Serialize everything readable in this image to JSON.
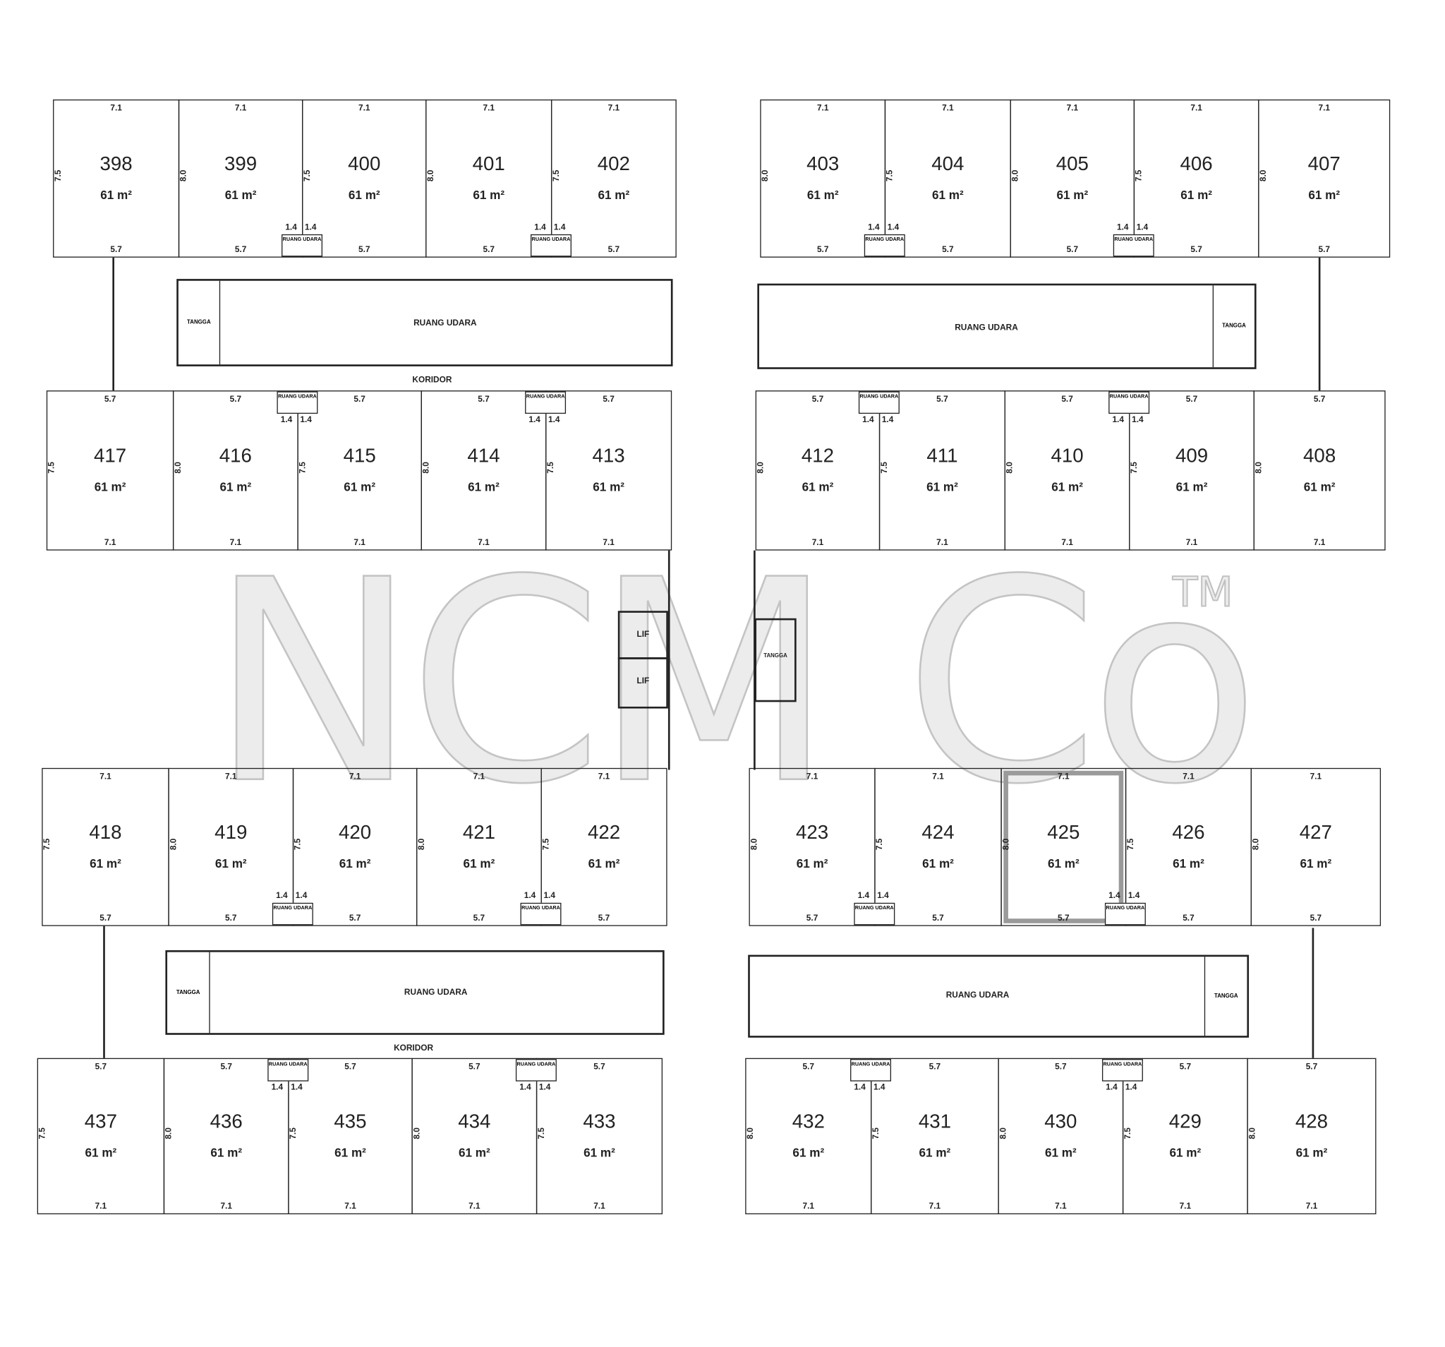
{
  "floorplan": {
    "area_label": "61 m²",
    "top_width": "7.1",
    "bottom_width": "5.7",
    "notch": "1.4",
    "air_space": "RUANG UDARA",
    "stairs": "TANGGA",
    "corridor": "KORIDOR",
    "lift": "LIF",
    "highlighted_unit": "425",
    "rows": [
      {
        "left": [
          {
            "n": "398",
            "s": "7.5"
          },
          {
            "n": "399",
            "s": "8.0"
          },
          {
            "n": "400",
            "s": "7.5"
          },
          {
            "n": "401",
            "s": "8.0"
          },
          {
            "n": "402",
            "s": "7.5"
          }
        ],
        "right": [
          {
            "n": "403",
            "s": "8.0"
          },
          {
            "n": "404",
            "s": "7.5"
          },
          {
            "n": "405",
            "s": "8.0"
          },
          {
            "n": "406",
            "s": "7.5"
          },
          {
            "n": "407",
            "s": "8.0"
          }
        ]
      },
      {
        "left": [
          {
            "n": "417",
            "s": "7.5"
          },
          {
            "n": "416",
            "s": "8.0"
          },
          {
            "n": "415",
            "s": "7.5"
          },
          {
            "n": "414",
            "s": "8.0"
          },
          {
            "n": "413",
            "s": "7.5"
          }
        ],
        "right": [
          {
            "n": "412",
            "s": "8.0"
          },
          {
            "n": "411",
            "s": "7.5"
          },
          {
            "n": "410",
            "s": "8.0"
          },
          {
            "n": "409",
            "s": "7.5"
          },
          {
            "n": "408",
            "s": "8.0"
          }
        ]
      },
      {
        "left": [
          {
            "n": "418",
            "s": "7.5"
          },
          {
            "n": "419",
            "s": "8.0"
          },
          {
            "n": "420",
            "s": "7.5"
          },
          {
            "n": "421",
            "s": "8.0"
          },
          {
            "n": "422",
            "s": "7.5"
          }
        ],
        "right": [
          {
            "n": "423",
            "s": "8.0"
          },
          {
            "n": "424",
            "s": "7.5"
          },
          {
            "n": "425",
            "s": "8.0"
          },
          {
            "n": "426",
            "s": "7.5"
          },
          {
            "n": "427",
            "s": "8.0"
          }
        ]
      },
      {
        "left": [
          {
            "n": "437",
            "s": "7.5"
          },
          {
            "n": "436",
            "s": "8.0"
          },
          {
            "n": "435",
            "s": "7.5"
          },
          {
            "n": "434",
            "s": "8.0"
          },
          {
            "n": "433",
            "s": "7.5"
          }
        ],
        "right": [
          {
            "n": "432",
            "s": "8.0"
          },
          {
            "n": "431",
            "s": "7.5"
          },
          {
            "n": "430",
            "s": "8.0"
          },
          {
            "n": "429",
            "s": "7.5"
          },
          {
            "n": "428",
            "s": "8.0"
          }
        ]
      }
    ],
    "watermark": {
      "text": "NCM Co",
      "tm": "TM"
    }
  }
}
